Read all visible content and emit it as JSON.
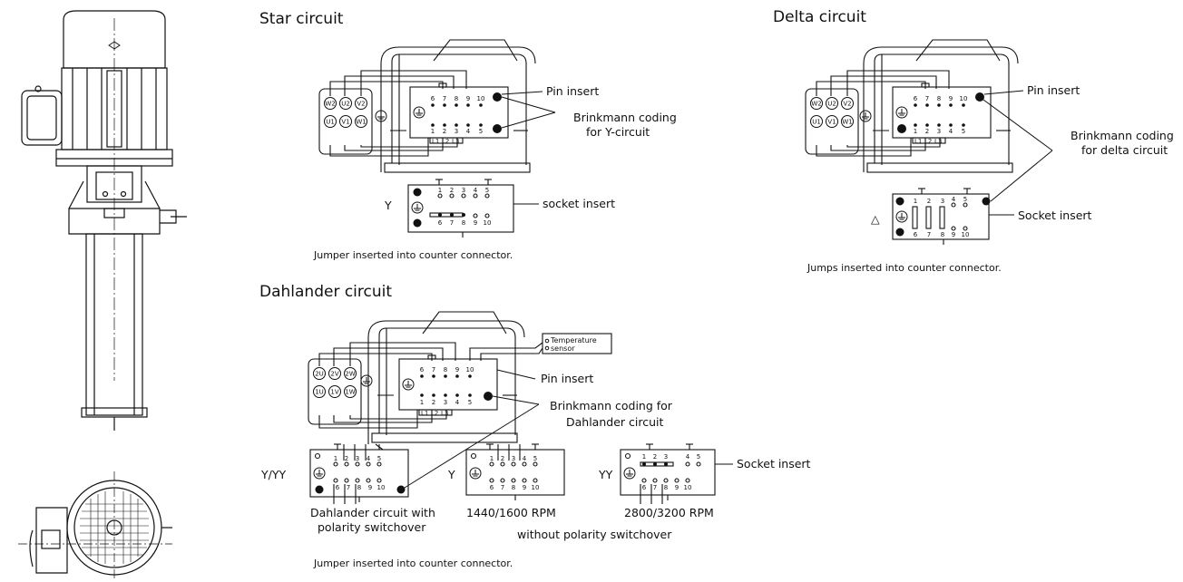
{
  "star": {
    "title": "Star circuit",
    "terminals_top": [
      "W2",
      "U2",
      "V2"
    ],
    "terminals_bottom": [
      "U1",
      "V1",
      "W1"
    ],
    "pins_top": [
      "6",
      "7",
      "8",
      "9",
      "10"
    ],
    "pins_bottom": [
      "1",
      "2",
      "3",
      "4",
      "5"
    ],
    "phase_labels": [
      "L1",
      "L2",
      "L3"
    ],
    "pin_insert": "Pin insert",
    "coding_line1": "Brinkmann coding",
    "coding_line2": "for Y-circuit",
    "socket_insert": "socket insert",
    "symbol": "Y",
    "caption": "Jumper inserted into counter connector."
  },
  "delta": {
    "title": "Delta circuit",
    "terminals_top": [
      "W2",
      "U2",
      "V2"
    ],
    "terminals_bottom": [
      "U1",
      "V1",
      "W1"
    ],
    "pins_top": [
      "6",
      "7",
      "8",
      "9",
      "10"
    ],
    "pins_bottom": [
      "1",
      "2",
      "3",
      "4",
      "5"
    ],
    "phase_labels": [
      "L1",
      "L2",
      "L3"
    ],
    "pin_insert": "Pin insert",
    "coding_line1": "Brinkmann coding",
    "coding_line2": "for delta circuit",
    "socket_insert": "Socket insert",
    "symbol": "△",
    "caption": "Jumps inserted into counter connector."
  },
  "dahlander": {
    "title": "Dahlander circuit",
    "terminals_top": [
      "2U",
      "2V",
      "2W"
    ],
    "terminals_bottom": [
      "1U",
      "1V",
      "1W"
    ],
    "pins_top": [
      "6",
      "7",
      "8",
      "9",
      "10"
    ],
    "pins_bottom": [
      "1",
      "2",
      "3",
      "4",
      "5"
    ],
    "phase_labels": [
      "L1",
      "L2",
      "L3"
    ],
    "temp_line1": "Temperature",
    "temp_line2": "sensor",
    "pin_insert": "Pin insert",
    "coding_line1": "Brinkmann coding for",
    "coding_line2": "Dahlander circuit",
    "socket_insert": "Socket insert",
    "sym1": "Y/YY",
    "sym2": "Y",
    "sym3": "YY",
    "cap1_line1": "Dahlander circuit with",
    "cap1_line2": "polarity switchover",
    "cap2": "1440/1600 RPM",
    "cap3": "2800/3200 RPM",
    "cap_shared": "without polarity switchover",
    "caption": "Jumper inserted into counter connector."
  }
}
